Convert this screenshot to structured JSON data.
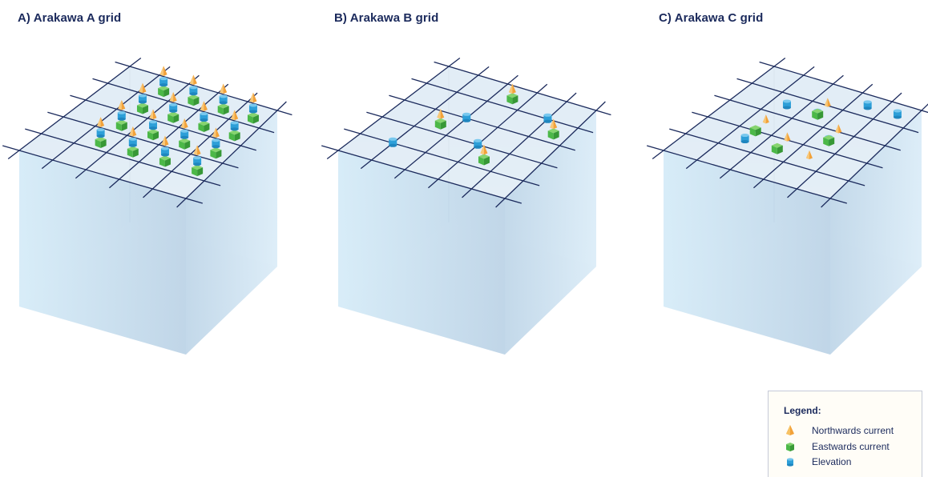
{
  "panels": [
    {
      "id": "A",
      "title": "A) Arakawa A grid",
      "markers": [
        "north-stack"
      ]
    },
    {
      "id": "B",
      "title": "B) Arakawa B grid",
      "markers": [
        "north-on-east",
        "elevation"
      ]
    },
    {
      "id": "C",
      "title": "C) Arakawa C grid",
      "markers": [
        "north",
        "east",
        "elevation"
      ]
    }
  ],
  "legend": {
    "title": "Legend:",
    "items": [
      {
        "key": "north",
        "label": "Northwards current",
        "icon": "orange-cone-icon",
        "color": "#f2a23a"
      },
      {
        "key": "east",
        "label": "Eastwards current",
        "icon": "green-cube-icon",
        "color": "#4cb848"
      },
      {
        "key": "elev",
        "label": "Elevation",
        "icon": "blue-cylinder-icon",
        "color": "#2d9fd8"
      }
    ]
  },
  "colors": {
    "title_text": "#1b2a5c",
    "grid_line": "#1b2a5c",
    "cube_face": "#cfe3f2",
    "northwards": "#f2a23a",
    "eastwards": "#4cb848",
    "elevation": "#2d9fd8"
  }
}
